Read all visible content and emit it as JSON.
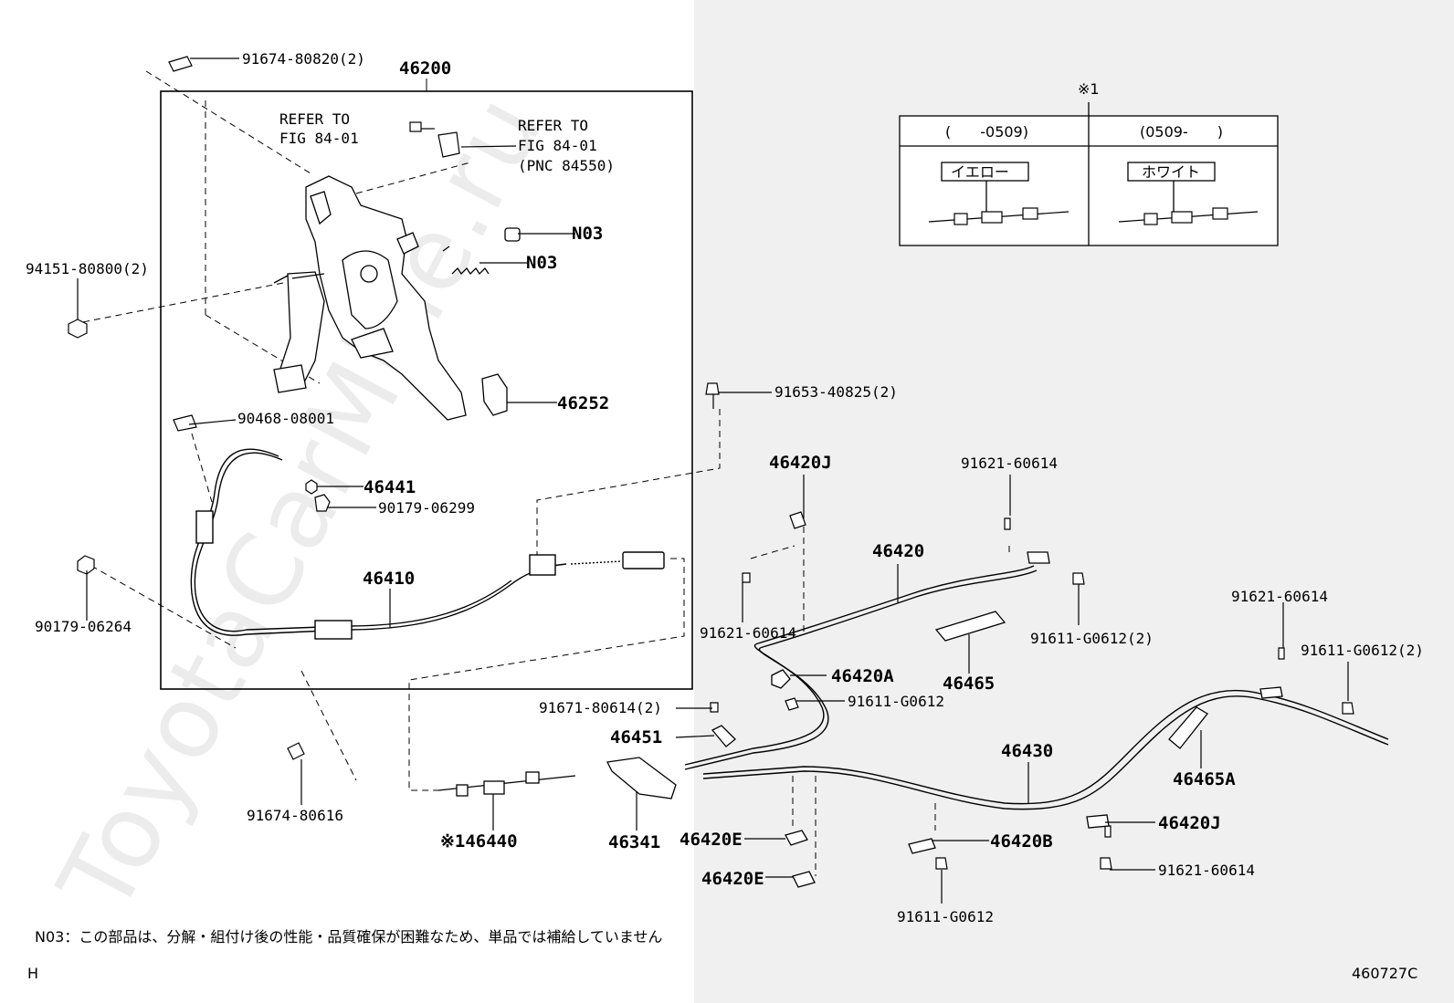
{
  "watermark": "ToyotaCarMine.ru",
  "labels": {
    "p91674_80820": "91674-80820(2)",
    "p46200": "46200",
    "refer1_line1": "REFER TO",
    "refer1_line2": "FIG 84-01",
    "refer2_line1": "REFER TO",
    "refer2_line2": "FIG 84-01",
    "refer2_line3": "(PNC 84550)",
    "n03_a": "N03",
    "n03_b": "N03",
    "p94151_80800": "94151-80800(2)",
    "p46252": "46252",
    "p90468_08001": "90468-08001",
    "p91653_40825": "91653-40825(2)",
    "p46441": "46441",
    "p90179_06299": "90179-06299",
    "p46420J_a": "46420J",
    "p91621_60614_a": "91621-60614",
    "p90179_06264": "90179-06264",
    "p46410": "46410",
    "p46420": "46420",
    "p91621_60614_b": "91621-60614",
    "p91611_G0612_2a": "91611-G0612(2)",
    "p46465": "46465",
    "p46420A": "46420A",
    "p91611_G0612_a": "91611-G0612",
    "p91621_60614_c": "91621-60614",
    "p91611_G0612_2b": "91611-G0612(2)",
    "p91671_80614": "91671-80614(2)",
    "p46451": "46451",
    "p46430": "46430",
    "p46465A": "46465A",
    "p91674_80616": "91674-80616",
    "p46440": "※146440",
    "p46341": "46341",
    "p46420E_a": "46420E",
    "p46420E_b": "46420E",
    "p46420B": "46420B",
    "p46420J_b": "46420J",
    "p91621_60614_d": "91621-60614",
    "p91611_G0612_b": "91611-G0612"
  },
  "inset": {
    "marker": "※1",
    "col1_header": "(　　-0509)",
    "col2_header": "(0509-　　)",
    "col1_tag": "イエロー",
    "col2_tag": "ホワイト"
  },
  "footer": {
    "note": "N03：この部品は、分解・組付け後の性能・品質確保が困難なため、単品では補給していません",
    "corner": "H",
    "diagram_id": "460727C"
  }
}
